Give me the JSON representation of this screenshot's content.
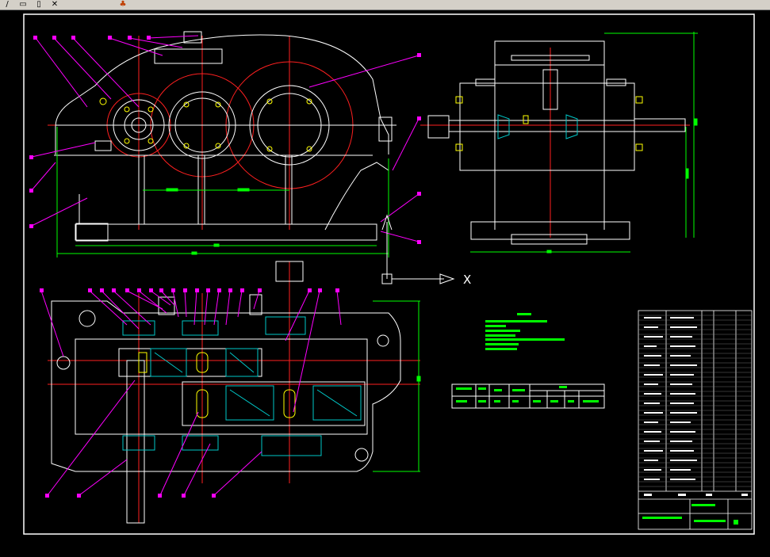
{
  "toolbar": {
    "icons": [
      "pencil-tool-icon",
      "copy-icon",
      "paste-icon",
      "close-icon",
      "palette-icon"
    ]
  },
  "drawing": {
    "axis_label": "X",
    "colors": {
      "background": "#000000",
      "outline": "#ffffff",
      "centerline": "#ff2020",
      "dimension": "#00ff00",
      "leader": "#ff00ff",
      "hatch": "#00c8c8",
      "accent": "#ffff00"
    }
  },
  "views": [
    "front-elevation",
    "side-elevation",
    "top-section"
  ],
  "parameter_table": {
    "rows": 2,
    "columns": 7
  },
  "title_block": {
    "rows": 40,
    "columns": 5
  }
}
